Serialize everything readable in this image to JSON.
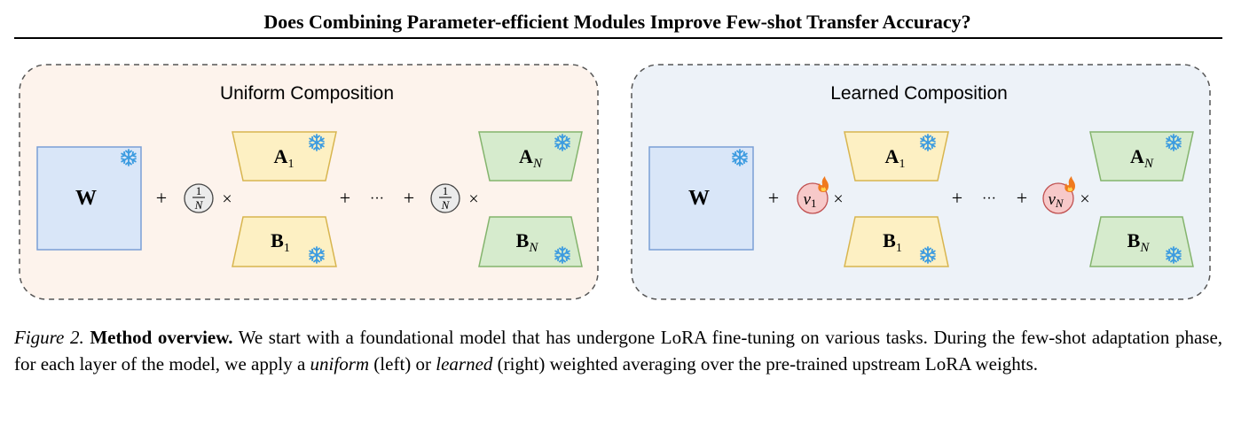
{
  "header": {
    "title": "Does Combining Parameter-efficient Modules Improve Few-shot Transfer Accuracy?"
  },
  "panels": {
    "uniform": {
      "title": "Uniform Composition",
      "weight_label": "W",
      "coef_numerator": "1",
      "coef_denominator": "N",
      "times": "×",
      "plus": "+",
      "ellipsis": "···",
      "a1_base": "A",
      "a1_sub": "1",
      "b1_base": "B",
      "b1_sub": "1",
      "an_base": "A",
      "an_sub": "N",
      "bn_base": "B",
      "bn_sub": "N"
    },
    "learned": {
      "title": "Learned Composition",
      "weight_label": "W",
      "coef1_base": "v",
      "coef1_sub": "1",
      "coefn_base": "v",
      "coefn_sub": "N",
      "times": "×",
      "plus": "+",
      "ellipsis": "···",
      "a1_base": "A",
      "a1_sub": "1",
      "b1_base": "B",
      "b1_sub": "1",
      "an_base": "A",
      "an_sub": "N",
      "bn_base": "B",
      "bn_sub": "N"
    }
  },
  "icons": {
    "frozen": "snowflake-icon",
    "trainable": "flame-icon"
  },
  "colors": {
    "uniform_bg": "#fdf3ec",
    "learned_bg": "#edf2f8",
    "weight_fill": "#d9e6f8",
    "weight_stroke": "#7a9fd6",
    "a1_fill": "#fdf0c3",
    "a1_stroke": "#d8b54f",
    "an_fill": "#d6ebcd",
    "an_stroke": "#84b46d",
    "coef_learned_fill": "#f7c9c9",
    "coef_learned_stroke": "#c05050",
    "snowflake": "#3b9be0",
    "flame": "#f07a1e"
  },
  "caption": {
    "fig_label": "Figure 2.",
    "bold": "Method overview.",
    "text1": " We start with a foundational model that has undergone LoRA fine-tuning on various tasks. During the few-shot adaptation phase, for each layer of the model, we apply a ",
    "uniform": "uniform",
    "text2": " (left) or ",
    "learned": "learned",
    "text3": " (right) weighted averaging over the pre-trained upstream LoRA weights."
  }
}
